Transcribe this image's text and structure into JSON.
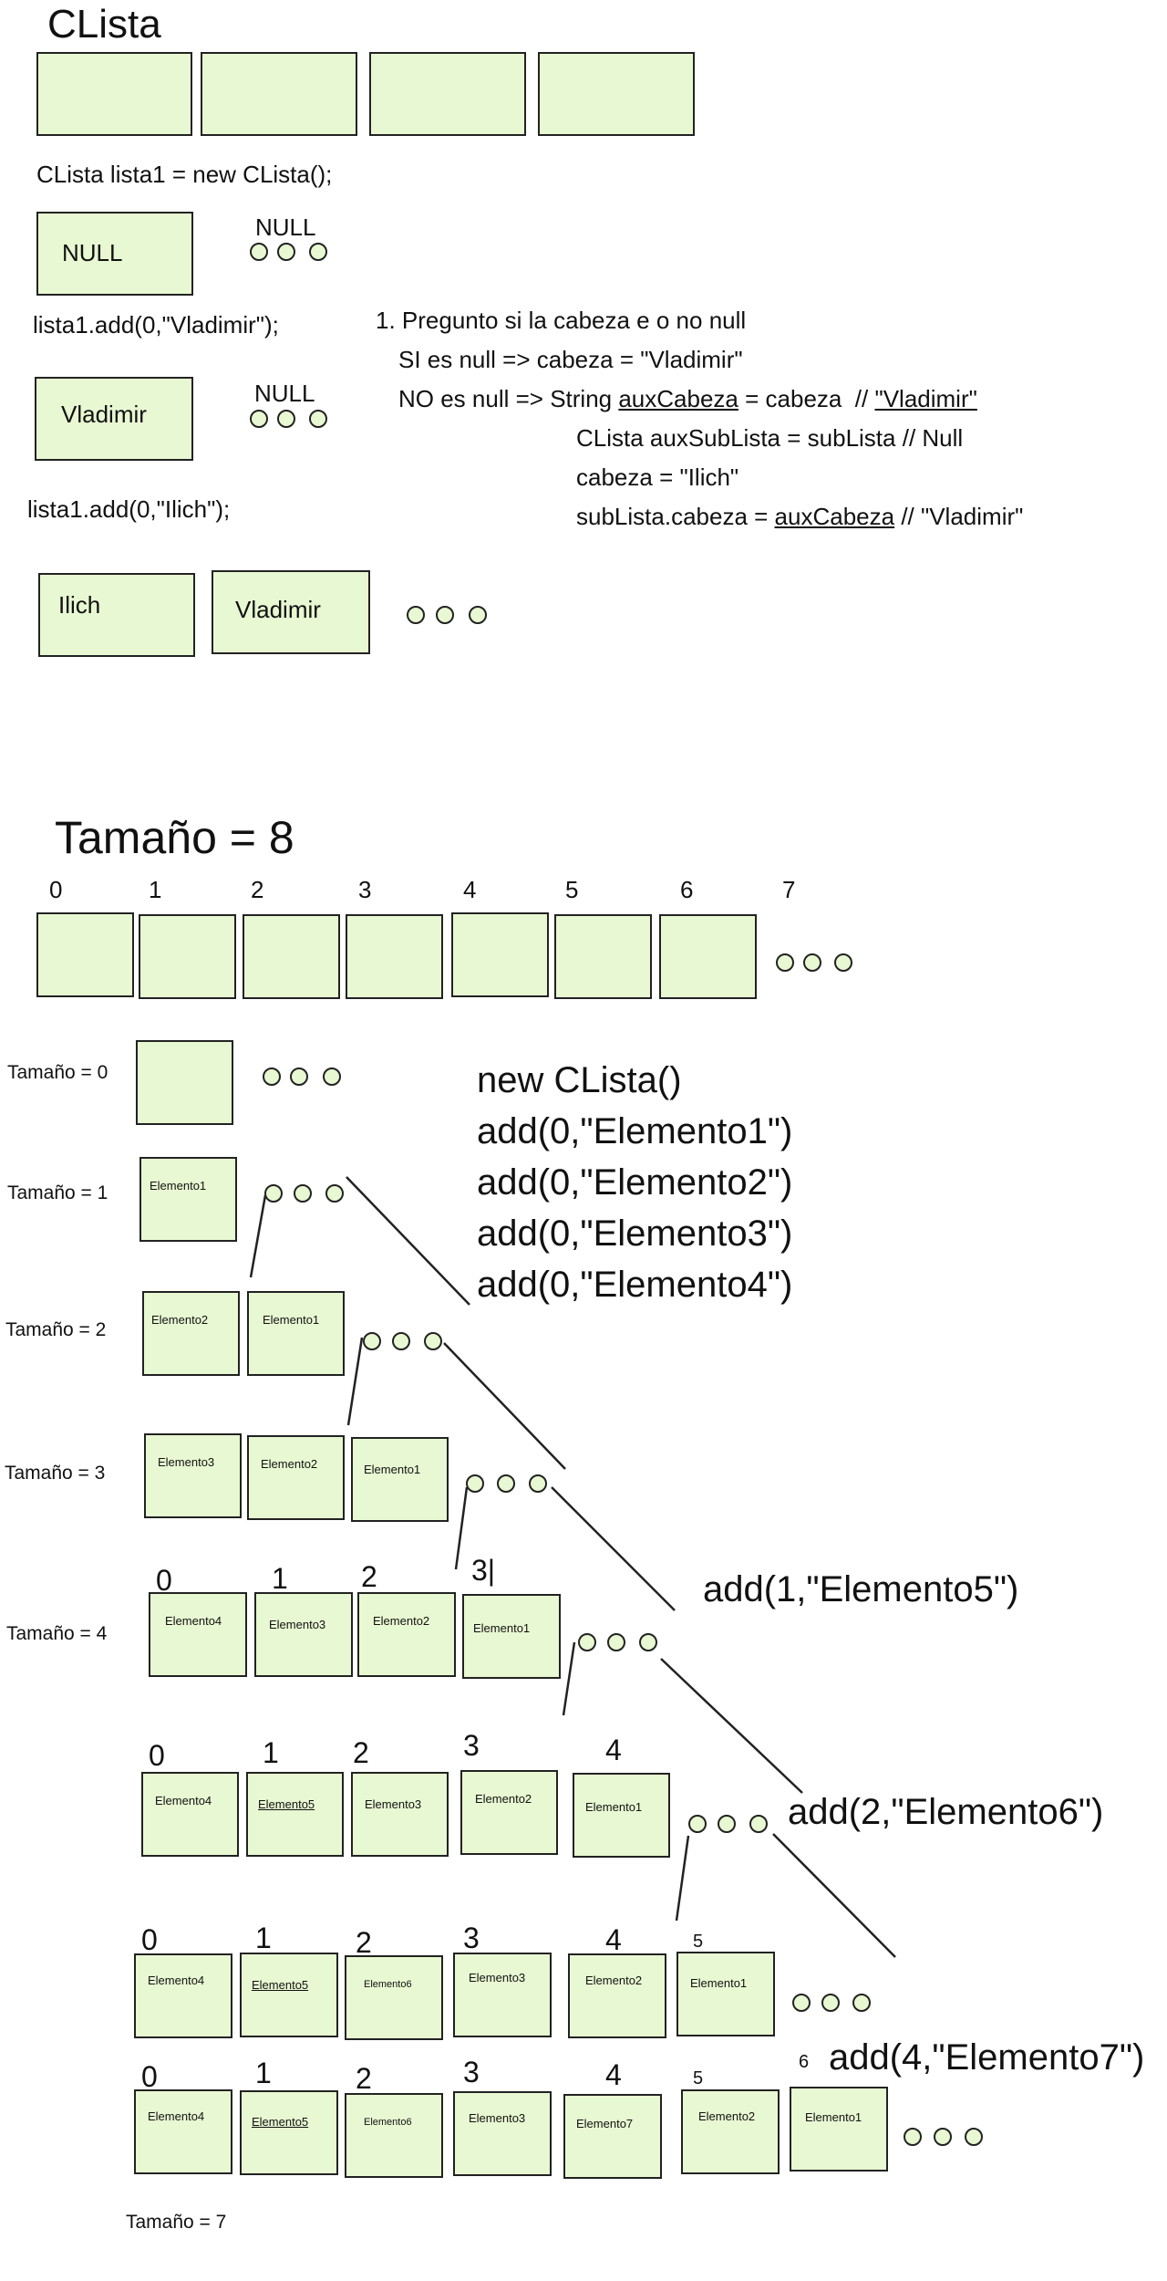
{
  "top": {
    "title": "CLista",
    "code_new": "CLista lista1 = new CLista();",
    "null_box": "NULL",
    "null_label_1": "NULL",
    "code_add_vladimir": "lista1.add(0,\"Vladimir\");",
    "vladimir_box": "Vladimir",
    "null_label_2": "NULL",
    "code_add_ilich": "lista1.add(0,\"Ilich\");",
    "ilich_box": "Ilich",
    "vladimir_box_2": "Vladimir"
  },
  "explanation": {
    "step1": "1. Pregunto si la cabeza e o no null",
    "si_null": "SI es null => cabeza = \"Vladimir\"",
    "no_null_prefix": "NO es null => String ",
    "aux_cabeza": "auxCabeza",
    "no_null_mid": " = cabeza  // ",
    "vladimir_quoted": "\"Vladimir\"",
    "aux_sublista": "CLista auxSubLista = subLista // Null",
    "cabeza_ilich": "cabeza = \"Ilich\"",
    "sublista_prefix": "subLista.cabeza = ",
    "aux_cabeza_2": "auxCabeza",
    "sublista_suffix": " // \"Vladimir\""
  },
  "array": {
    "title": "Tamaño = 8",
    "indices": [
      "0",
      "1",
      "2",
      "3",
      "4",
      "5",
      "6",
      "7"
    ]
  },
  "ops": {
    "lines": [
      "new CLista()",
      "add(0,\"Elemento1\")",
      "add(0,\"Elemento2\")",
      "add(0,\"Elemento3\")",
      "add(0,\"Elemento4\")"
    ],
    "add5": "add(1,\"Elemento5\")",
    "add6": "add(2,\"Elemento6\")",
    "add7": "add(4,\"Elemento7\")"
  },
  "sizes": {
    "s0": "Tamaño = 0",
    "s1": "Tamaño = 1",
    "s2": "Tamaño = 2",
    "s3": "Tamaño = 3",
    "s4": "Tamaño = 4",
    "s7": "Tamaño = 7"
  },
  "rows": {
    "r1": [
      "Elemento1"
    ],
    "r2": [
      "Elemento2",
      "Elemento1"
    ],
    "r3": [
      "Elemento3",
      "Elemento2",
      "Elemento1"
    ],
    "r4": [
      "Elemento4",
      "Elemento3",
      "Elemento2",
      "Elemento1"
    ],
    "r4_idx": [
      "0",
      "1",
      "2",
      "3|"
    ],
    "r5": [
      "Elemento4",
      "Elemento5",
      "Elemento3",
      "Elemento2",
      "Elemento1"
    ],
    "r5_idx": [
      "0",
      "1",
      "2",
      "3",
      "4"
    ],
    "r6": [
      "Elemento4",
      "Elemento5",
      "Elemento6",
      "Elemento3",
      "Elemento2",
      "Elemento1"
    ],
    "r6_idx": [
      "0",
      "1",
      "2",
      "3",
      "4",
      "5"
    ],
    "r7": [
      "Elemento4",
      "Elemento5",
      "Elemento6",
      "Elemento3",
      "Elemento7",
      "Elemento2",
      "Elemento1"
    ],
    "r7_idx": [
      "0",
      "1",
      "2",
      "3",
      "4",
      "5",
      "6"
    ]
  },
  "colors": {
    "node_fill": "#e8f8d2",
    "stroke": "#222222"
  }
}
